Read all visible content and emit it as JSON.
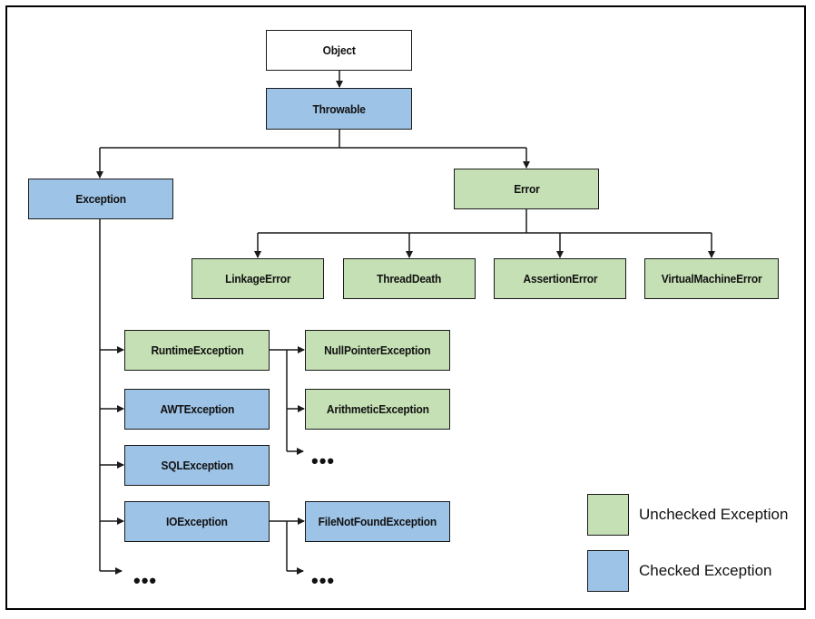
{
  "colors": {
    "unchecked": "#c5e0b4",
    "checked": "#9dc3e6",
    "root": "#ffffff",
    "line": "#1a1a1a"
  },
  "nodes": {
    "object": "Object",
    "throwable": "Throwable",
    "exception": "Exception",
    "error": "Error",
    "linkage_error": "LinkageError",
    "thread_death": "ThreadDeath",
    "assertion_error": "AssertionError",
    "virtual_machine_error": "VirtualMachineError",
    "runtime_exception": "RuntimeException",
    "awt_exception": "AWTException",
    "sql_exception": "SQLException",
    "io_exception": "IOException",
    "null_pointer_exception": "NullPointerException",
    "arithmetic_exception": "ArithmeticException",
    "file_not_found_exception": "FileNotFoundException"
  },
  "ellipsis": "•••",
  "legend": {
    "unchecked_label": "Unchecked Exception",
    "checked_label": "Checked Exception"
  }
}
